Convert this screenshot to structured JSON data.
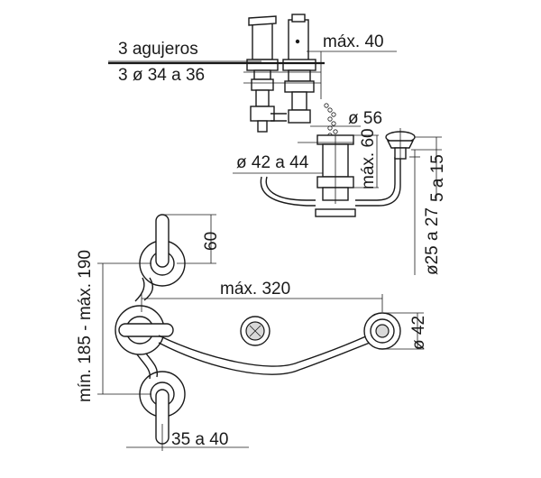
{
  "labels": {
    "holes_title": "3 agujeros",
    "holes_diameter": "3 ø 34 a 36",
    "max_40": "máx. 40",
    "d56": "ø 56",
    "d42_44": "ø 42 a 44",
    "max_60": "máx. 60",
    "r5_15": "5 a 15",
    "d25_27": "ø25 a 27",
    "dim_60": "60",
    "range_185_190": "mín. 185 - máx. 190",
    "max_320": "máx. 320",
    "d42": "ø 42",
    "r35_40": "35 a 40"
  }
}
